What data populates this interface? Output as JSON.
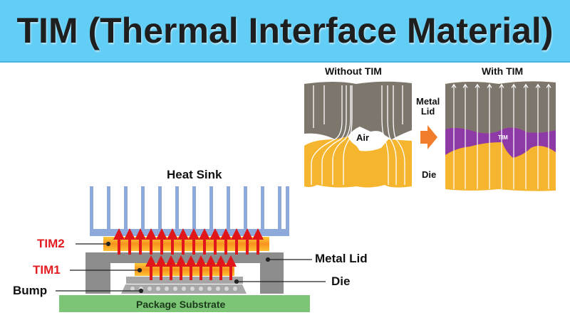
{
  "title": "TIM (Thermal Interface Material)",
  "colors": {
    "banner": "#62cdf5",
    "heat_sink": "#8eaadb",
    "tim_orange": "#f5a623",
    "heat_arrow": "#e0161b",
    "metal_lid": "#8c8c8c",
    "die": "#a6a6a6",
    "substrate": "#7cc576",
    "lid_texture": "#7d766d",
    "die_texture": "#f6b52e",
    "tim_texture": "#8e3aa6",
    "transition_arrow": "#ef7d2a"
  },
  "stack_diagram": {
    "heat_sink_label": "Heat Sink",
    "tim2_label": "TIM2",
    "tim1_label": "TIM1",
    "bump_label": "Bump",
    "metal_lid_label": "Metal Lid",
    "die_label": "Die",
    "substrate_label": "Package Substrate"
  },
  "comparison": {
    "without_title": "Without TIM",
    "with_title": "With TIM",
    "metal_lid_label_line1": "Metal",
    "metal_lid_label_line2": "Lid",
    "die_label": "Die",
    "air_label": "Air",
    "tim_label": "TIM"
  }
}
